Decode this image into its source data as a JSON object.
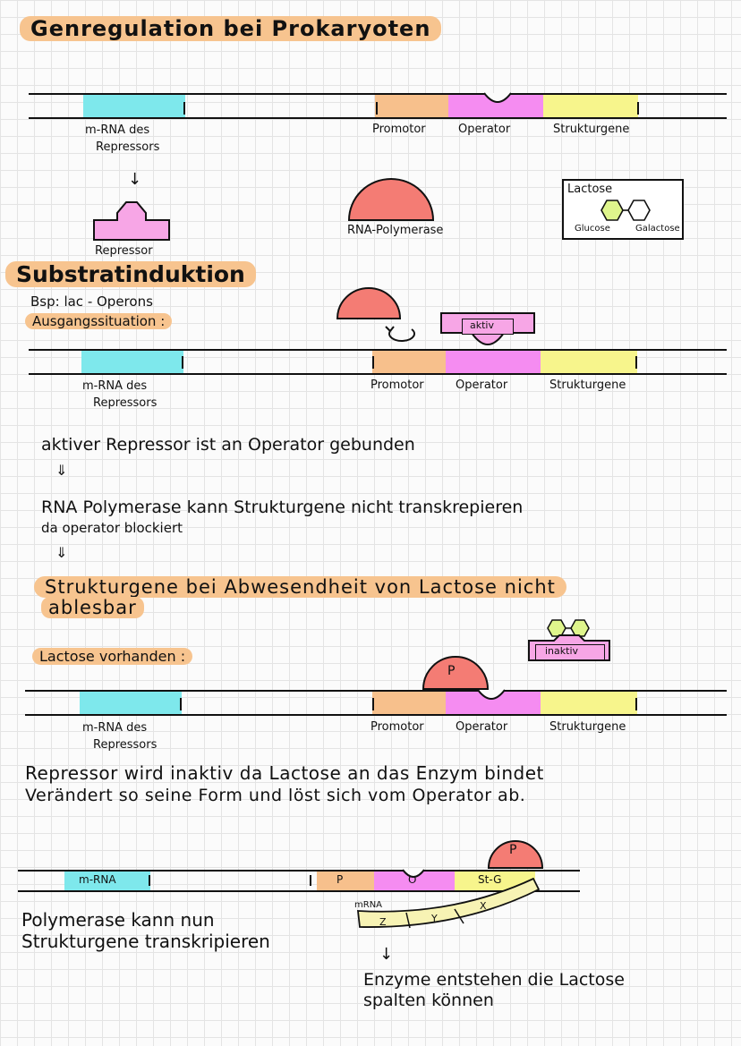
{
  "title": "Genregulation bei Prokaryoten",
  "section1": {
    "mrna_label_1": "m-RNA des",
    "mrna_label_2": "Repressors",
    "promotor": "Promotor",
    "operator": "Operator",
    "strukturgene": "Strukturgene",
    "arrow": "↓",
    "repressor": "Repressor",
    "rna_polymerase": "RNA-Polymerase",
    "lactose_box": {
      "title": "Lactose",
      "glucose": "Glucose",
      "galactose": "Galactose"
    }
  },
  "section2": {
    "heading": "Substratinduktion",
    "example": "Bsp: lac - Operons",
    "ausgang": "Ausgangssituation :",
    "aktiv": "aktiv",
    "mrna_label_1": "m-RNA des",
    "mrna_label_2": "Repressors",
    "promotor": "Promotor",
    "operator": "Operator",
    "strukturgene": "Strukturgene",
    "line1": "aktiver   Repressor  ist an  Operator  gebunden",
    "arrow1": "⇓",
    "line2a": "RNA Polymerase kann  Strukturgene  nicht  transkrepieren",
    "line2b": "da  operator  blockiert",
    "arrow2": "⇓",
    "conclusion_a": "Strukturgene bei Abwesendheit  von  Lactose  nicht",
    "conclusion_b": "ablesbar"
  },
  "section3": {
    "heading": "Lactose vorhanden :",
    "inaktiv": "inaktiv",
    "p": "P",
    "mrna_label_1": "m-RNA des",
    "mrna_label_2": "Repressors",
    "promotor": "Promotor",
    "operator": "Operator",
    "strukturgene": "Strukturgene",
    "text_a": "Repressor wird inaktiv  da Lactose  an  das  Enzym  bindet",
    "text_b": "Verändert  so  seine   Form und   löst  sich  vom   Operator ab."
  },
  "section4": {
    "mrna": "m-RNA",
    "p_seg": "P",
    "o_seg": "O",
    "stg": "St-G",
    "p_circle": "P",
    "mrna_small": "mRNA",
    "z": "Z",
    "y": "Y",
    "x": "X",
    "text_a": "Polymerase  kann  nun",
    "text_b": "Strukturgene   transkripieren",
    "arrow": "↓",
    "result_a": "Enzyme  entstehen  die  Lactose",
    "result_b": "spalten  können"
  },
  "colors": {
    "cyan": "#7ee8ec",
    "orange": "#f7c08c",
    "magenta": "#f58cf1",
    "yellow": "#f7f58c",
    "salmon": "#f47c74",
    "pink": "#f7a6e6",
    "lime": "#dff58c",
    "highlight": "#f7c48f"
  }
}
